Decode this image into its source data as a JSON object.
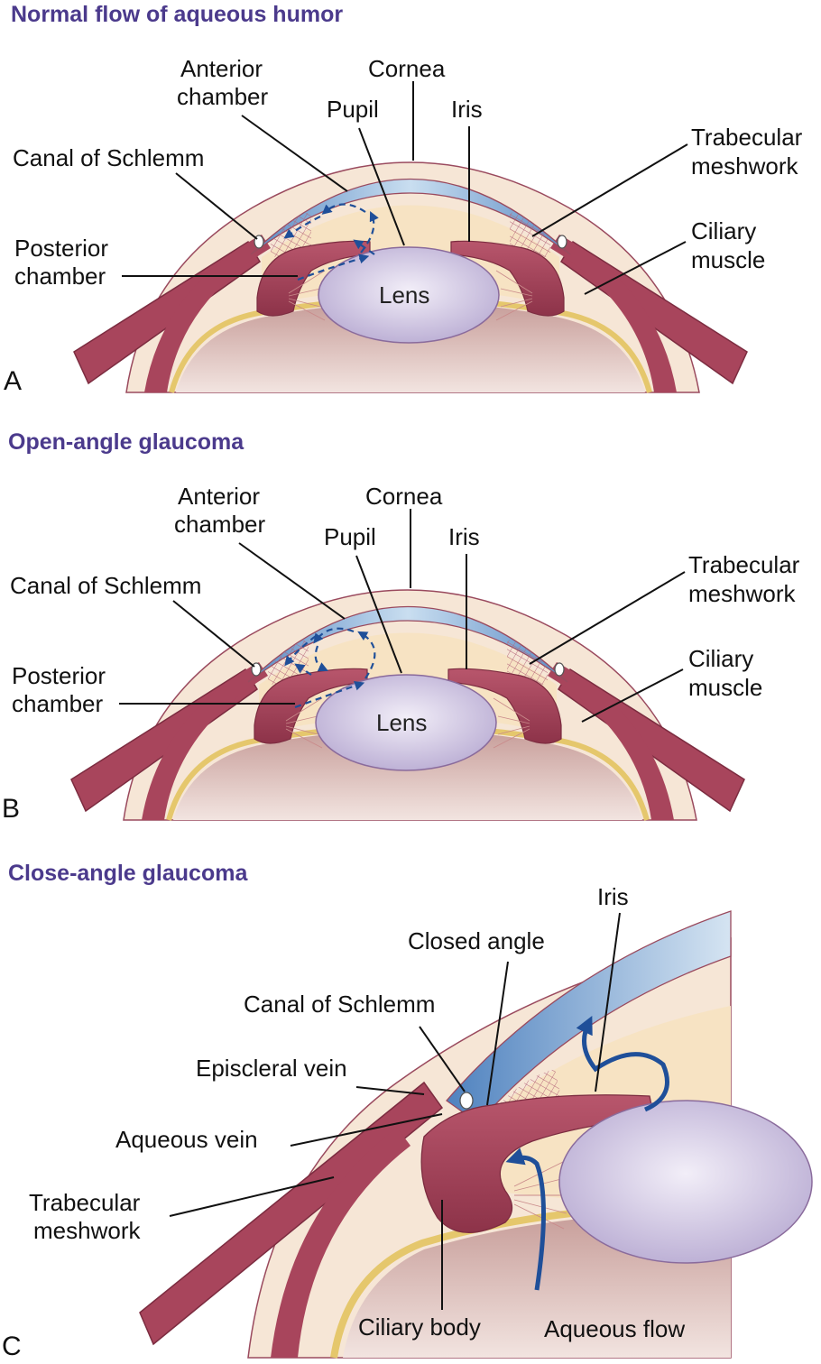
{
  "panels": [
    {
      "letter": "A",
      "title": "Normal flow of aqueous humor",
      "labels": {
        "anterior_chamber_1": "Anterior",
        "anterior_chamber_2": "chamber",
        "cornea": "Cornea",
        "pupil": "Pupil",
        "iris": "Iris",
        "canal": "Canal of Schlemm",
        "trabecular_1": "Trabecular",
        "trabecular_2": "meshwork",
        "posterior_1": "Posterior",
        "posterior_2": "chamber",
        "ciliary_1": "Ciliary",
        "ciliary_2": "muscle",
        "lens": "Lens"
      }
    },
    {
      "letter": "B",
      "title": "Open-angle glaucoma",
      "labels": {
        "anterior_chamber_1": "Anterior",
        "anterior_chamber_2": "chamber",
        "cornea": "Cornea",
        "pupil": "Pupil",
        "iris": "Iris",
        "canal": "Canal of Schlemm",
        "trabecular_1": "Trabecular",
        "trabecular_2": "meshwork",
        "posterior_1": "Posterior",
        "posterior_2": "chamber",
        "ciliary_1": "Ciliary",
        "ciliary_2": "muscle",
        "lens": "Lens"
      }
    },
    {
      "letter": "C",
      "title": "Close-angle glaucoma",
      "labels": {
        "iris": "Iris",
        "closed_angle": "Closed angle",
        "canal": "Canal of Schlemm",
        "episcleral": "Episcleral vein",
        "aqueous_vein": "Aqueous vein",
        "trabecular_1": "Trabecular",
        "trabecular_2": "meshwork",
        "ciliary_body": "Ciliary body",
        "aqueous_flow": "Aqueous flow"
      }
    }
  ],
  "colors": {
    "title": "#4b3a8c",
    "cornea": "#6f9ccc",
    "sclera": "#f6e6d6",
    "muscle": "#a8455c",
    "aqueous": "#f7e3c3",
    "lens": "#d9d2e8",
    "retina": "#e5c76c",
    "vitreous": "#b98f8e",
    "flow": "#1f4f99"
  }
}
